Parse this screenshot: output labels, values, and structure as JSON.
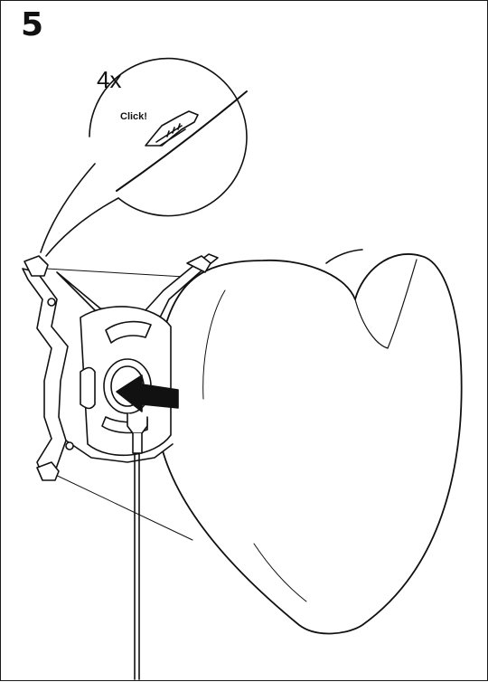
{
  "step": {
    "number": "5"
  },
  "detail_callout": {
    "quantity": "4x",
    "sound_label": "Click!"
  },
  "colors": {
    "line": "#111111",
    "background": "#ffffff",
    "arrow": "#111111"
  },
  "icons": {
    "arrow": "push-direction-arrow"
  }
}
